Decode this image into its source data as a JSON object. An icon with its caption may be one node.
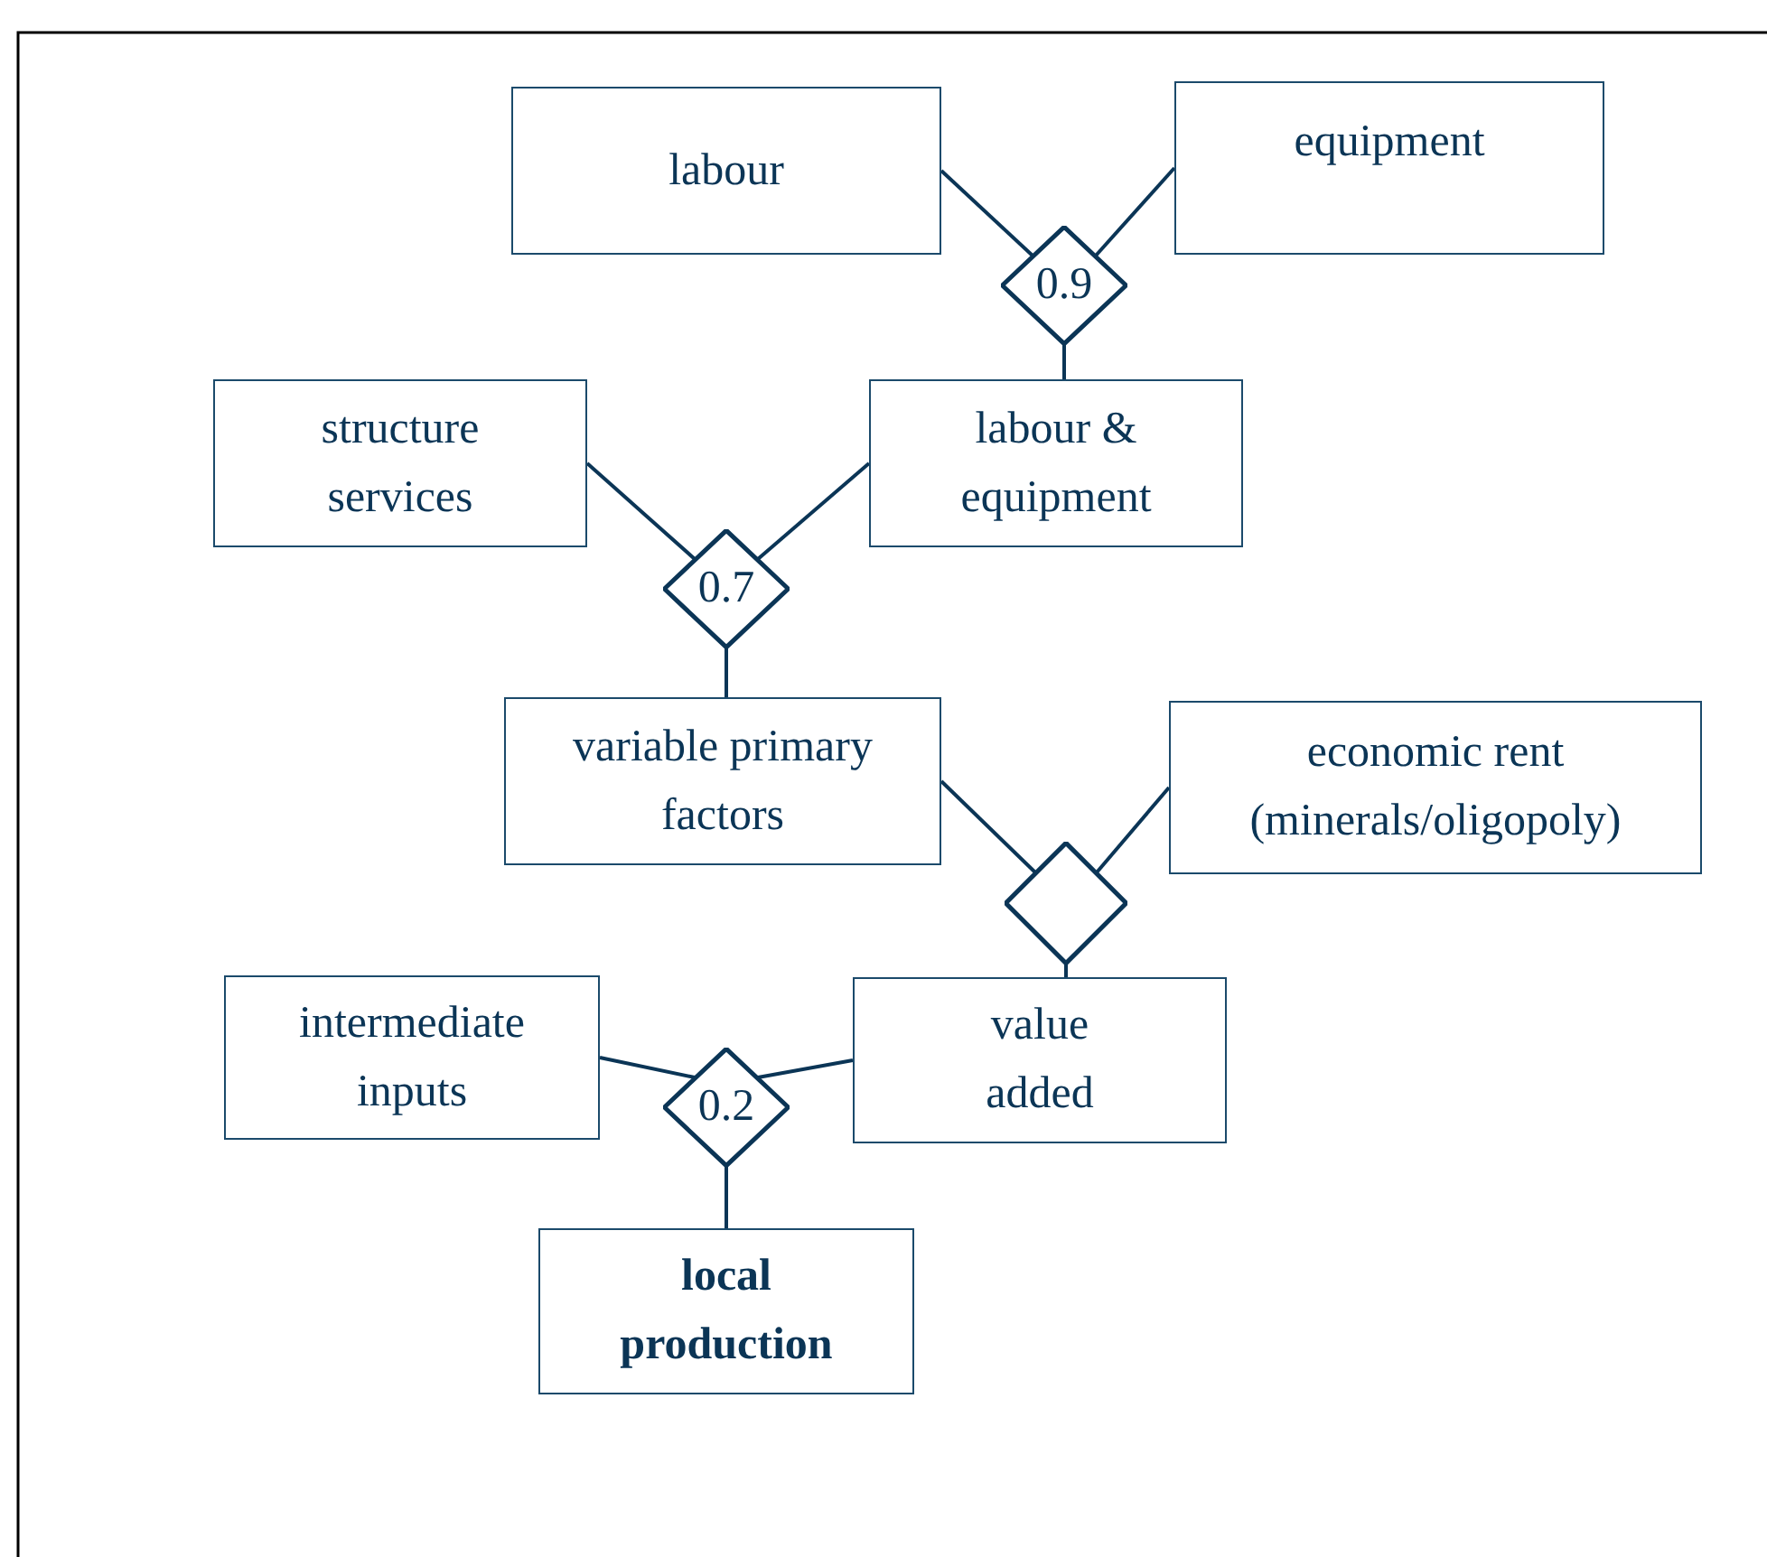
{
  "diagram": {
    "nodes": [
      {
        "text": [
          "labour"
        ]
      },
      {
        "text": [
          "equipment"
        ]
      },
      {
        "text": [
          "0.9"
        ]
      },
      {
        "text": [
          "labour & equipment"
        ]
      },
      {
        "text": [
          "structure services"
        ]
      },
      {
        "text": [
          "0.7"
        ]
      },
      {
        "text": [
          "variable primary factors"
        ]
      },
      {
        "text": [
          "economic rent (minerals/oligopoly)"
        ]
      },
      {
        "text": [],
        "shape": "diamond"
      },
      {
        "text": [
          "intermediate inputs"
        ]
      },
      {
        "text": [
          "value added"
        ]
      },
      {
        "text": [
          "0.2"
        ]
      },
      {
        "text": [
          "local production"
        ]
      }
    ],
    "edges": [
      {
        "from": 0,
        "to": 2,
        "arrow": "none"
      },
      {
        "from": 1,
        "to": 2,
        "arrow": "none"
      },
      {
        "from": 2,
        "to": 3,
        "arrow": "none"
      },
      {
        "from": 4,
        "to": 5,
        "arrow": "none"
      },
      {
        "from": 3,
        "to": 5,
        "arrow": "none"
      },
      {
        "from": 5,
        "to": 6,
        "arrow": "none"
      },
      {
        "from": 6,
        "to": 8,
        "arrow": "none"
      },
      {
        "from": 7,
        "to": 8,
        "arrow": "none"
      },
      {
        "from": 8,
        "to": 10,
        "arrow": "none"
      },
      {
        "from": 9,
        "to": 11,
        "arrow": "none"
      },
      {
        "from": 10,
        "to": 11,
        "arrow": "none"
      },
      {
        "from": 11,
        "to": 12,
        "arrow": "none"
      }
    ]
  }
}
